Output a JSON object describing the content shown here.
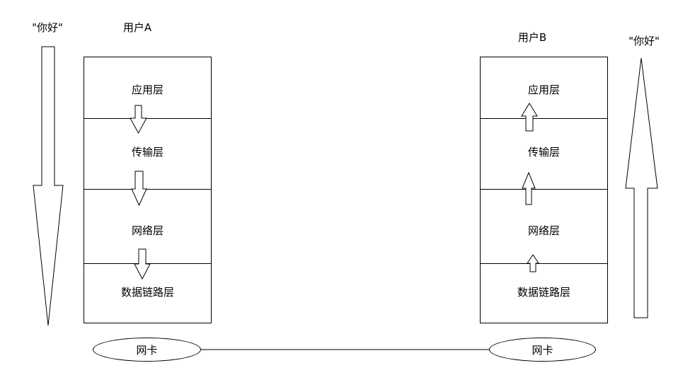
{
  "left_quote": "\"你好\"",
  "right_quote": "\"你好\"",
  "user_a": {
    "title": "用户A",
    "layers": [
      "应用层",
      "传输层",
      "网络层",
      "数据链路层"
    ]
  },
  "user_b": {
    "title": "用户B",
    "layers": [
      "应用层",
      "传输层",
      "网络层",
      "数据链路层"
    ]
  },
  "nic_a": "网卡",
  "nic_b": "网卡"
}
